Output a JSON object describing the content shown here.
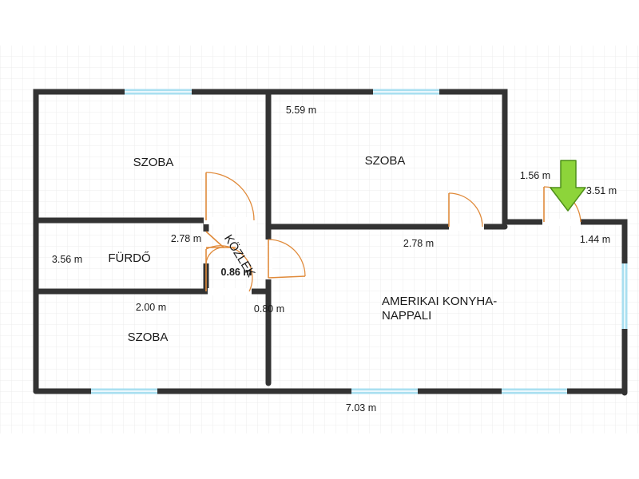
{
  "colors": {
    "wall": "#333333",
    "window": "#a9dff0",
    "door": "#e08a3a",
    "arrow": "#8dd43a",
    "grid": "#ececec"
  },
  "rooms": {
    "szoba_top_left": "SZOBA",
    "szoba_top_right": "SZOBA",
    "furdo": "FÜRDŐ",
    "kozlek": "KÖZLEK",
    "szoba_bottom_left": "SZOBA",
    "living_line1": "AMERIKAI KONYHA-",
    "living_line2": "NAPPALI"
  },
  "dimensions": {
    "d_5_59": "5.59 m",
    "d_1_56": "1.56 m",
    "d_3_51": "3.51 m",
    "d_2_78_a": "2.78 m",
    "d_2_78_b": "2.78 m",
    "d_3_56": "3.56 m",
    "d_1_44": "1.44 m",
    "d_0_86": "0.86 m",
    "d_2_00": "2.00 m",
    "d_0_80": "0.80 m",
    "d_7_03": "7.03 m"
  },
  "icons": {
    "entrance_arrow": "down-arrow-icon"
  }
}
